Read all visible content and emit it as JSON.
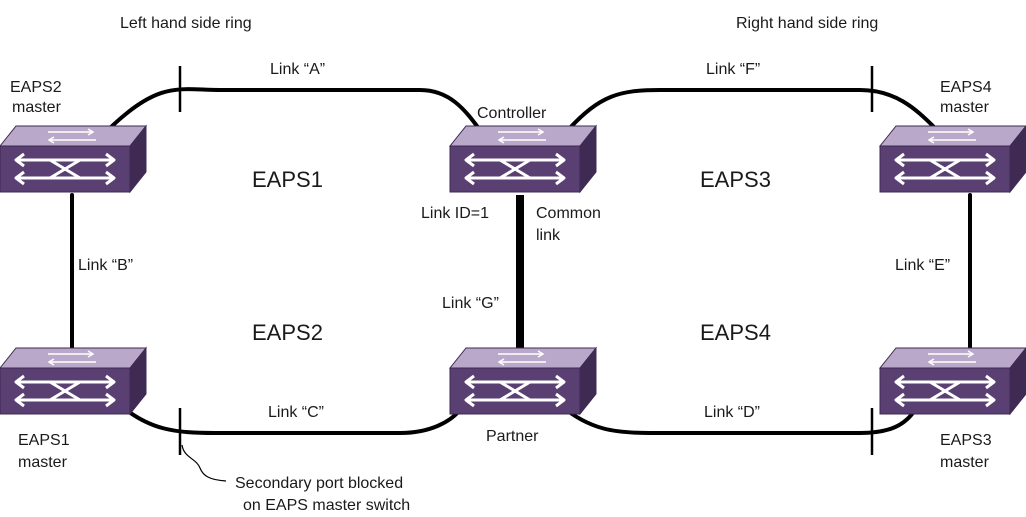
{
  "titles": {
    "left_ring": "Left hand side ring",
    "right_ring": "Right hand side ring"
  },
  "domains": {
    "eaps1": "EAPS1",
    "eaps2": "EAPS2",
    "eaps3": "EAPS3",
    "eaps4": "EAPS4"
  },
  "switches": {
    "eaps2_master": [
      "EAPS2",
      "master"
    ],
    "eaps1_master": [
      "EAPS1",
      "master"
    ],
    "controller": "Controller",
    "partner": "Partner",
    "eaps4_master": [
      "EAPS4",
      "master"
    ],
    "eaps3_master": [
      "EAPS3",
      "master"
    ]
  },
  "links": {
    "a": "Link “A”",
    "b": "Link “B”",
    "c": "Link “C”",
    "d": "Link “D”",
    "e": "Link “E”",
    "f": "Link “F”",
    "g": "Link “G”",
    "link_id": "Link ID=1",
    "common_link": [
      "Common",
      "link"
    ]
  },
  "annotation": {
    "secondary_port": [
      "Secondary port blocked",
      "on EAPS master switch"
    ]
  },
  "colors": {
    "switch_top": "#b9a8c9",
    "switch_front": "#5a3f73",
    "switch_side": "#3e2a52",
    "line": "#000000"
  }
}
